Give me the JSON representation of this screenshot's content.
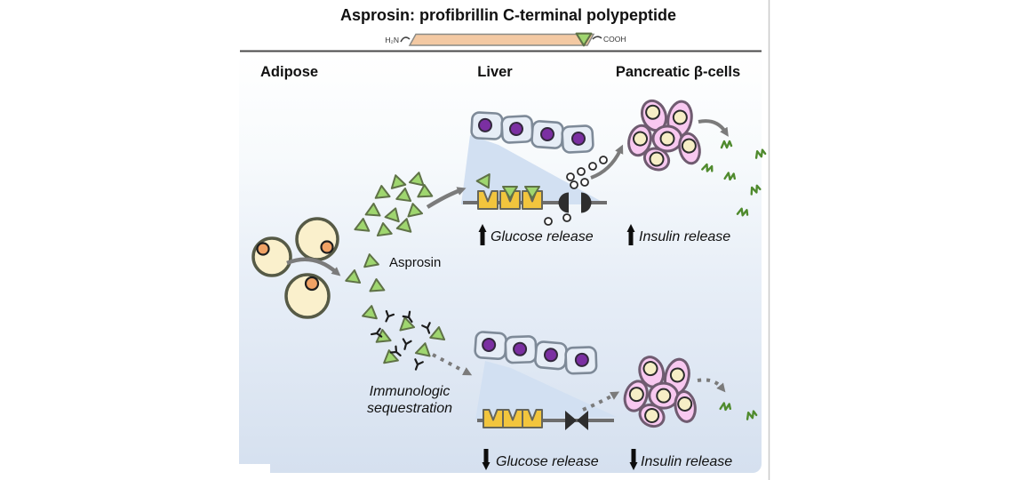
{
  "figure": {
    "title": "Asprosin: profibrillin C-terminal polypeptide",
    "schematic": {
      "n_terminus": "H₂N",
      "c_terminus": "COOH"
    },
    "columns": {
      "adipose": "Adipose",
      "liver": "Liver",
      "pancreas": "Pancreatic β-cells"
    },
    "labels": {
      "asprosin": "Asprosin",
      "immunologic_line1": "Immunologic",
      "immunologic_line2": "sequestration"
    },
    "pathway_top": {
      "glucose_label": "Glucose release",
      "glucose_direction": "up",
      "insulin_label": "Insulin release",
      "insulin_direction": "up"
    },
    "pathway_bottom": {
      "glucose_label": "Glucose release",
      "glucose_direction": "down",
      "insulin_label": "Insulin release",
      "insulin_direction": "down"
    },
    "icons": {
      "asprosin_molecule": "green-triangle",
      "antibody": "black-y-shape",
      "insulin": "green-squiggle",
      "glucose": "white-dot",
      "receptor": "yellow-notched-square",
      "channel_open": "split-half-disks",
      "channel_closed": "black-bowtie",
      "adipocyte": "cream-circle-orange-nucleus",
      "liver_cell": "blue-rect-purple-nucleus",
      "beta_cell": "pink-blob-cream-nucleus"
    },
    "colors": {
      "background_top": "#ffffff",
      "background_bottom": "#d5e0ef",
      "polypeptide_bar": "#f3c9a3",
      "asprosin_green": "#9fd66f",
      "asprosin_outline": "#5f7247",
      "adipocyte_fill": "#faf0cc",
      "adipocyte_nucleus": "#f0a265",
      "liver_cell_fill": "#e6edf6",
      "liver_nucleus": "#7b2fa2",
      "beta_cell_fill": "#f8c8f0",
      "beta_nucleus": "#f6eec6",
      "receptor_yellow": "#f2c53d",
      "membrane_gray": "#6e6e6e",
      "channel_dark": "#2e2e2e",
      "arrow_gray": "#7b7b7b",
      "insulin_green": "#4f8a2d",
      "text": "#111111"
    }
  }
}
